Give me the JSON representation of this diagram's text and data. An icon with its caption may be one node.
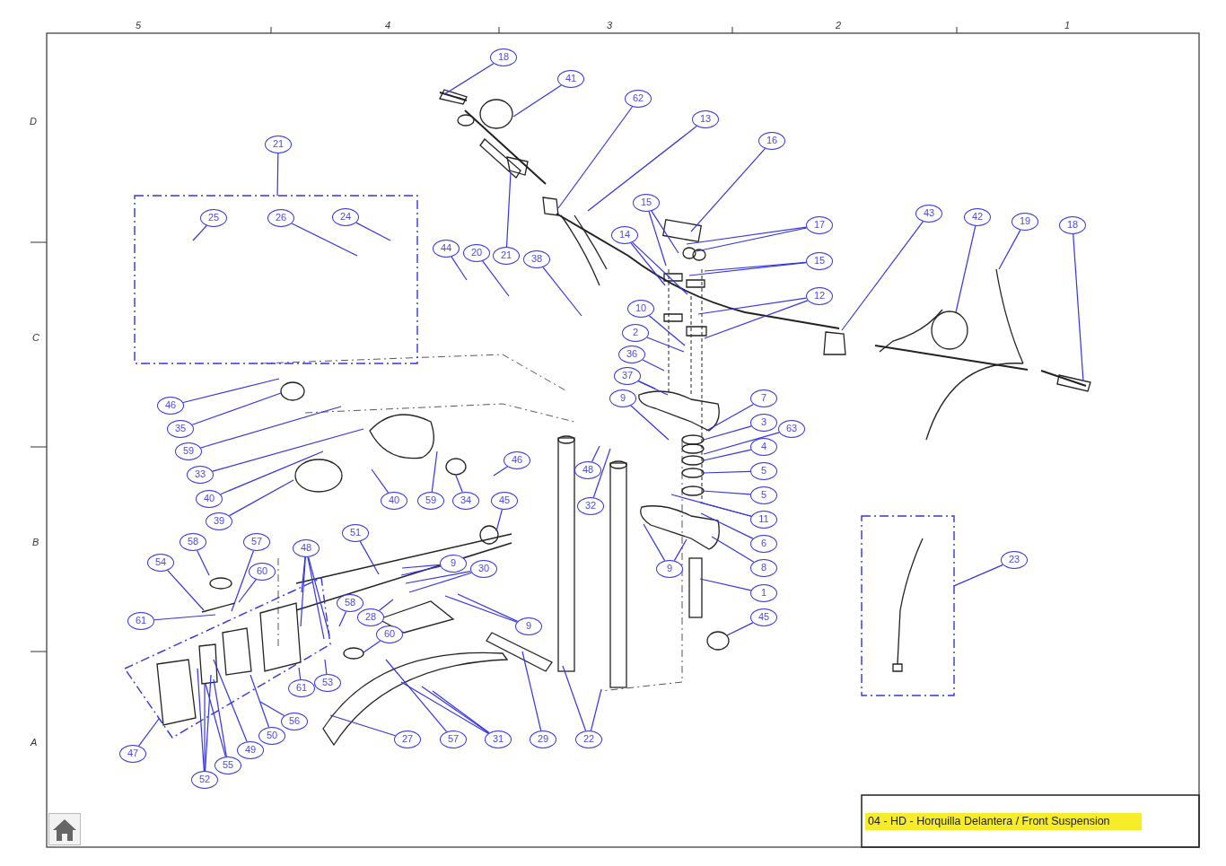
{
  "diagram": {
    "title": "04 - HD - Horquilla Delantera / Front Suspension",
    "nodes": [
      {
        "text": [
          "18"
        ]
      },
      {
        "text": [
          "41"
        ]
      },
      {
        "text": [
          "62"
        ]
      },
      {
        "text": [
          "13"
        ]
      },
      {
        "text": [
          "16"
        ]
      },
      {
        "text": [
          "21"
        ]
      },
      {
        "text": [],
        "shape": "box"
      },
      {
        "text": [
          "25"
        ],
        "in": 6
      },
      {
        "text": [
          "26"
        ],
        "in": 6
      },
      {
        "text": [
          "24"
        ],
        "in": 6
      },
      {
        "text": [
          "15"
        ]
      },
      {
        "text": [
          "43"
        ]
      },
      {
        "text": [
          "42"
        ]
      },
      {
        "text": [
          "19"
        ]
      },
      {
        "text": [
          "17"
        ]
      },
      {
        "text": [
          "18"
        ]
      },
      {
        "text": [
          "14"
        ]
      },
      {
        "text": [
          "44"
        ]
      },
      {
        "text": [
          "20"
        ]
      },
      {
        "text": [
          "21"
        ]
      },
      {
        "text": [
          "38"
        ]
      },
      {
        "text": [
          "15"
        ]
      },
      {
        "text": [
          "12"
        ]
      },
      {
        "text": [
          "10"
        ]
      },
      {
        "text": [
          "2"
        ]
      },
      {
        "text": [
          "36"
        ]
      },
      {
        "text": [
          "37"
        ]
      },
      {
        "text": [
          "9"
        ]
      },
      {
        "text": [
          "7"
        ]
      },
      {
        "text": [
          "46"
        ]
      },
      {
        "text": [
          "3"
        ]
      },
      {
        "text": [
          "35"
        ]
      },
      {
        "text": [
          "63"
        ]
      },
      {
        "text": [
          "4"
        ]
      },
      {
        "text": [
          "59"
        ]
      },
      {
        "text": [
          "46"
        ]
      },
      {
        "text": [
          "48"
        ]
      },
      {
        "text": [
          "5"
        ]
      },
      {
        "text": [
          "33"
        ]
      },
      {
        "text": [
          "40"
        ]
      },
      {
        "text": [
          "40"
        ]
      },
      {
        "text": [
          "59"
        ]
      },
      {
        "text": [
          "34"
        ]
      },
      {
        "text": [
          "45"
        ]
      },
      {
        "text": [
          "32"
        ]
      },
      {
        "text": [
          "5"
        ]
      },
      {
        "text": [
          "39"
        ]
      },
      {
        "text": [
          "11"
        ]
      },
      {
        "text": [],
        "shape": "box"
      },
      {
        "text": [
          "51"
        ]
      },
      {
        "text": [
          "58"
        ]
      },
      {
        "text": [
          "57"
        ]
      },
      {
        "text": [
          "6"
        ]
      },
      {
        "text": [
          "48"
        ]
      },
      {
        "text": [
          "9"
        ]
      },
      {
        "text": [
          "23"
        ]
      },
      {
        "text": [
          "54"
        ]
      },
      {
        "text": [
          "30"
        ]
      },
      {
        "text": [
          "9"
        ]
      },
      {
        "text": [
          "8"
        ]
      },
      {
        "text": [
          "60"
        ]
      },
      {
        "text": [
          "1"
        ]
      },
      {
        "text": [
          "58"
        ]
      },
      {
        "text": [
          "45"
        ]
      },
      {
        "text": [
          "61"
        ]
      },
      {
        "text": [
          "28"
        ]
      },
      {
        "text": [
          "9"
        ]
      },
      {
        "text": [
          "60"
        ]
      },
      {
        "text": [
          "53"
        ]
      },
      {
        "text": [
          "61"
        ]
      },
      {
        "text": [
          "56"
        ]
      },
      {
        "text": [
          "50"
        ]
      },
      {
        "text": [
          "27"
        ]
      },
      {
        "text": [
          "57"
        ]
      },
      {
        "text": [
          "31"
        ]
      },
      {
        "text": [
          "29"
        ]
      },
      {
        "text": [
          "22"
        ]
      },
      {
        "text": [
          "49"
        ]
      },
      {
        "text": [
          "47"
        ]
      },
      {
        "text": [
          "55"
        ]
      },
      {
        "text": [
          "52"
        ]
      }
    ],
    "edges": [
      {
        "from": 0,
        "to": null,
        "arrow": "none"
      },
      {
        "from": 1,
        "to": null,
        "arrow": "none"
      },
      {
        "from": 2,
        "to": null,
        "arrow": "none"
      },
      {
        "from": 3,
        "to": null,
        "arrow": "none"
      },
      {
        "from": 4,
        "to": null,
        "arrow": "none"
      },
      {
        "from": 5,
        "to": 6,
        "arrow": "none"
      },
      {
        "from": 7,
        "to": null,
        "arrow": "none"
      },
      {
        "from": 8,
        "to": null,
        "arrow": "none"
      },
      {
        "from": 9,
        "to": null,
        "arrow": "none"
      },
      {
        "from": 10,
        "to": null,
        "arrow": "none"
      },
      {
        "from": 10,
        "to": null,
        "arrow": "none"
      },
      {
        "from": 11,
        "to": null,
        "arrow": "none"
      },
      {
        "from": 12,
        "to": null,
        "arrow": "none"
      },
      {
        "from": 13,
        "to": null,
        "arrow": "none"
      },
      {
        "from": 14,
        "to": null,
        "arrow": "none"
      },
      {
        "from": 14,
        "to": null,
        "arrow": "none"
      },
      {
        "from": 15,
        "to": null,
        "arrow": "none"
      },
      {
        "from": 16,
        "to": null,
        "arrow": "none"
      },
      {
        "from": 16,
        "to": null,
        "arrow": "none"
      },
      {
        "from": 17,
        "to": null,
        "arrow": "none"
      },
      {
        "from": 18,
        "to": null,
        "arrow": "none"
      },
      {
        "from": 19,
        "to": null,
        "arrow": "none"
      },
      {
        "from": 20,
        "to": null,
        "arrow": "none"
      },
      {
        "from": 21,
        "to": null,
        "arrow": "none"
      },
      {
        "from": 21,
        "to": null,
        "arrow": "none"
      },
      {
        "from": 22,
        "to": null,
        "arrow": "none"
      },
      {
        "from": 22,
        "to": null,
        "arrow": "none"
      },
      {
        "from": 23,
        "to": null,
        "arrow": "none"
      },
      {
        "from": 24,
        "to": null,
        "arrow": "none"
      },
      {
        "from": 25,
        "to": null,
        "arrow": "none"
      },
      {
        "from": 26,
        "to": null,
        "arrow": "none"
      },
      {
        "from": 26,
        "to": null,
        "arrow": "none"
      },
      {
        "from": 27,
        "to": null,
        "arrow": "none"
      },
      {
        "from": 28,
        "to": null,
        "arrow": "none"
      },
      {
        "from": 29,
        "to": null,
        "arrow": "none"
      },
      {
        "from": 30,
        "to": null,
        "arrow": "none"
      },
      {
        "from": 31,
        "to": null,
        "arrow": "none"
      },
      {
        "from": 32,
        "to": null,
        "arrow": "none"
      },
      {
        "from": 33,
        "to": null,
        "arrow": "none"
      },
      {
        "from": 34,
        "to": null,
        "arrow": "none"
      },
      {
        "from": 35,
        "to": null,
        "arrow": "none"
      },
      {
        "from": 36,
        "to": null,
        "arrow": "none"
      },
      {
        "from": 37,
        "to": null,
        "arrow": "none"
      },
      {
        "from": 38,
        "to": null,
        "arrow": "none"
      },
      {
        "from": 39,
        "to": null,
        "arrow": "none"
      },
      {
        "from": 40,
        "to": null,
        "arrow": "none"
      },
      {
        "from": 41,
        "to": null,
        "arrow": "none"
      },
      {
        "from": 42,
        "to": null,
        "arrow": "none"
      },
      {
        "from": 43,
        "to": null,
        "arrow": "none"
      },
      {
        "from": 44,
        "to": null,
        "arrow": "none"
      },
      {
        "from": 45,
        "to": null,
        "arrow": "none"
      },
      {
        "from": 46,
        "to": null,
        "arrow": "none"
      },
      {
        "from": 47,
        "to": null,
        "arrow": "none"
      },
      {
        "from": 47,
        "to": null,
        "arrow": "none"
      },
      {
        "from": 49,
        "to": null,
        "arrow": "none"
      },
      {
        "from": 50,
        "to": null,
        "arrow": "none"
      },
      {
        "from": 51,
        "to": null,
        "arrow": "none"
      },
      {
        "from": 52,
        "to": null,
        "arrow": "none"
      },
      {
        "from": 53,
        "to": null,
        "arrow": "none"
      },
      {
        "from": 53,
        "to": null,
        "arrow": "none"
      },
      {
        "from": 53,
        "to": null,
        "arrow": "none"
      },
      {
        "from": 53,
        "to": null,
        "arrow": "none"
      },
      {
        "from": 54,
        "to": null,
        "arrow": "none"
      },
      {
        "from": 54,
        "to": null,
        "arrow": "none"
      },
      {
        "from": 55,
        "to": 48,
        "arrow": "none"
      },
      {
        "from": 56,
        "to": null,
        "arrow": "none"
      },
      {
        "from": 57,
        "to": null,
        "arrow": "none"
      },
      {
        "from": 57,
        "to": null,
        "arrow": "none"
      },
      {
        "from": 58,
        "to": null,
        "arrow": "none"
      },
      {
        "from": 58,
        "to": null,
        "arrow": "none"
      },
      {
        "from": 59,
        "to": null,
        "arrow": "none"
      },
      {
        "from": 60,
        "to": null,
        "arrow": "none"
      },
      {
        "from": 61,
        "to": null,
        "arrow": "none"
      },
      {
        "from": 62,
        "to": null,
        "arrow": "none"
      },
      {
        "from": 63,
        "to": null,
        "arrow": "none"
      },
      {
        "from": 64,
        "to": null,
        "arrow": "none"
      },
      {
        "from": 65,
        "to": null,
        "arrow": "none"
      },
      {
        "from": 66,
        "to": null,
        "arrow": "none"
      },
      {
        "from": 66,
        "to": null,
        "arrow": "none"
      },
      {
        "from": 67,
        "to": null,
        "arrow": "none"
      },
      {
        "from": 68,
        "to": null,
        "arrow": "none"
      },
      {
        "from": 69,
        "to": null,
        "arrow": "none"
      },
      {
        "from": 70,
        "to": null,
        "arrow": "none"
      },
      {
        "from": 71,
        "to": null,
        "arrow": "none"
      },
      {
        "from": 72,
        "to": null,
        "arrow": "none"
      },
      {
        "from": 73,
        "to": null,
        "arrow": "none"
      },
      {
        "from": 74,
        "to": null,
        "arrow": "none"
      },
      {
        "from": 74,
        "to": null,
        "arrow": "none"
      },
      {
        "from": 74,
        "to": null,
        "arrow": "none"
      },
      {
        "from": 75,
        "to": null,
        "arrow": "none"
      },
      {
        "from": 76,
        "to": null,
        "arrow": "none"
      },
      {
        "from": 76,
        "to": null,
        "arrow": "none"
      },
      {
        "from": 77,
        "to": null,
        "arrow": "none"
      },
      {
        "from": 78,
        "to": null,
        "arrow": "none"
      },
      {
        "from": 79,
        "to": null,
        "arrow": "none"
      },
      {
        "from": 79,
        "to": null,
        "arrow": "none"
      },
      {
        "from": 80,
        "to": null,
        "arrow": "none"
      },
      {
        "from": 80,
        "to": null,
        "arrow": "none"
      },
      {
        "from": 80,
        "to": null,
        "arrow": "none"
      }
    ],
    "labels": [
      "5",
      "4",
      "3",
      "2",
      "1",
      "D",
      "C",
      "B",
      "A"
    ]
  }
}
